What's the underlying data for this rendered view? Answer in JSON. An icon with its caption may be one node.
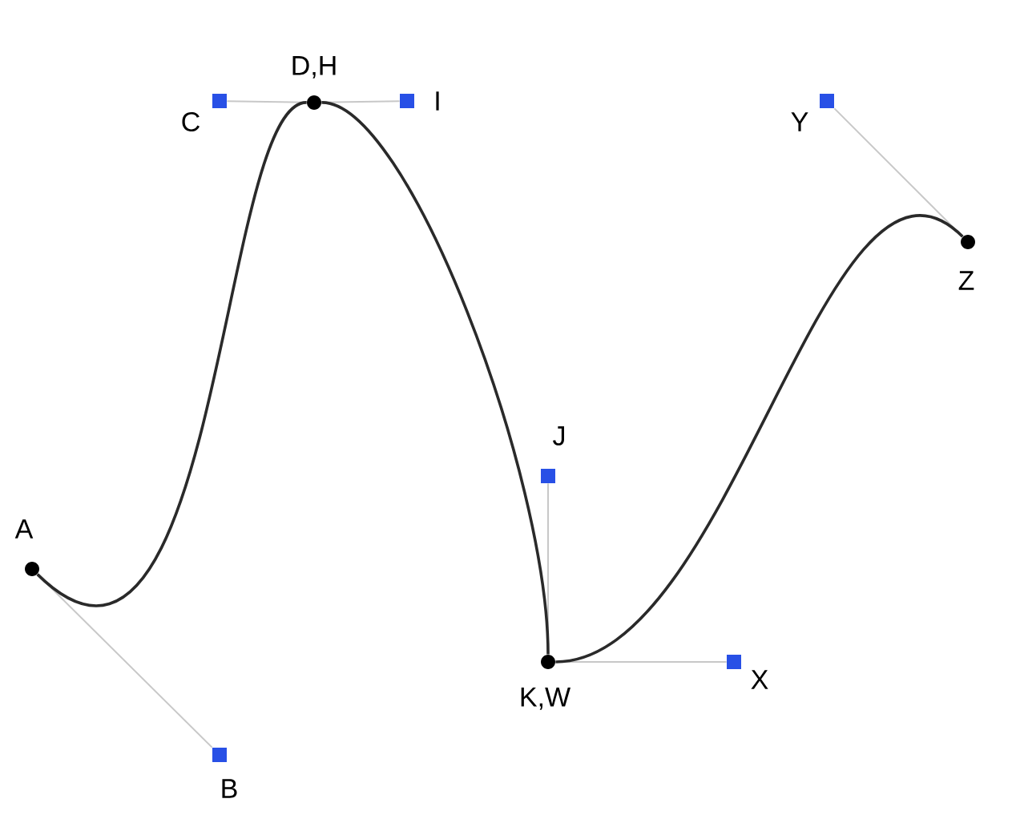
{
  "diagram": {
    "nodes": [
      {
        "text": [
          "A"
        ]
      },
      {
        "text": [
          "B"
        ]
      },
      {
        "text": [
          "C"
        ]
      },
      {
        "text": [
          "D,H"
        ]
      },
      {
        "text": [
          "I"
        ]
      },
      {
        "text": [
          "J"
        ]
      },
      {
        "text": [
          "K,W"
        ]
      },
      {
        "text": [
          "X"
        ]
      },
      {
        "text": [
          "Y"
        ]
      },
      {
        "text": [
          "Z"
        ]
      }
    ],
    "edges": [
      {
        "from": 0,
        "to": 1,
        "arrow": "none"
      },
      {
        "from": 2,
        "to": 3,
        "arrow": "none"
      },
      {
        "from": 3,
        "to": 4,
        "arrow": "none"
      },
      {
        "from": 5,
        "to": 6,
        "arrow": "none"
      },
      {
        "from": 6,
        "to": 7,
        "arrow": "none"
      },
      {
        "from": 8,
        "to": 9,
        "arrow": "none"
      },
      {
        "from": 0,
        "to": 3,
        "arrow": "none",
        "color": "#2a2a2a"
      },
      {
        "from": 3,
        "to": 6,
        "arrow": "none",
        "color": "#2a2a2a"
      },
      {
        "from": 6,
        "to": 9,
        "arrow": "none",
        "color": "#2a2a2a"
      }
    ]
  }
}
